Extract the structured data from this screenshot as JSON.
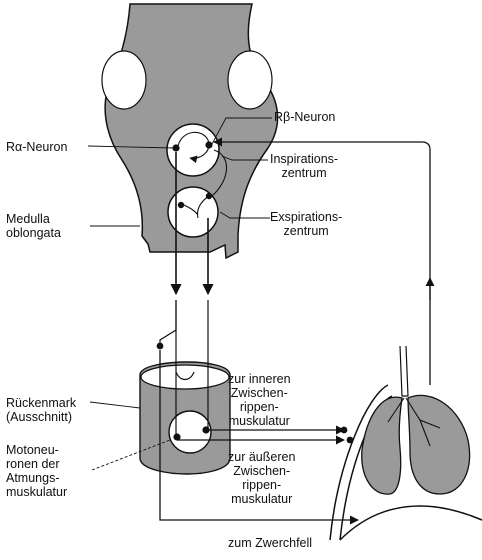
{
  "labels": {
    "r_alpha_neuron": "Rα-Neuron",
    "r_beta_neuron": "Rβ-Neuron",
    "inspiration_center": [
      "Inspirations-",
      "zentrum"
    ],
    "expiration_center": [
      "Exspirations-",
      "zentrum"
    ],
    "medulla": [
      "Medulla",
      "oblongata"
    ],
    "spinal_cord": [
      "Rückenmark",
      "(Ausschnitt)"
    ],
    "motoneurons": [
      "Motoneu-",
      "ronen der",
      "Atmungs-",
      "muskulatur"
    ],
    "inner_intercostal": [
      "zur inneren",
      "Zwischen-",
      "rippen-",
      "muskulatur"
    ],
    "outer_intercostal": [
      "zur äußeren",
      "Zwischen-",
      "rippen-",
      "muskulatur"
    ],
    "diaphragm": "zum Zwerchfell"
  },
  "colors": {
    "tissue_fill": "#9a9a9a",
    "stroke": "#111111",
    "background": "#ffffff"
  }
}
